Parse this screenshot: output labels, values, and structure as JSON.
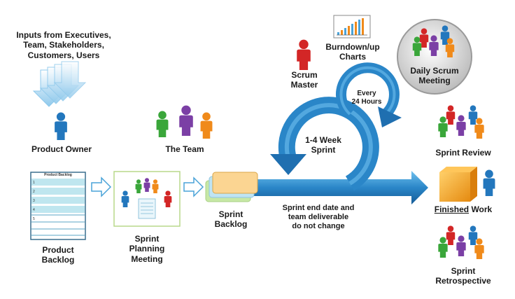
{
  "colors": {
    "cycle_blue": "#1f6fb0",
    "cycle_light": "#3fa0dd",
    "arrow_light": "#8fd3f1",
    "person_red": "#d32626",
    "person_green": "#3aa63a",
    "person_purple": "#7b3fa5",
    "person_orange": "#f08a1a",
    "person_blue": "#2377bd",
    "box_orange": "#f3a11c",
    "backlog_teal": "#bfe6ef"
  },
  "inputs": {
    "line1": "Inputs from Executives,",
    "line2": "Team, Stakeholders,",
    "line3": "Customers, Users"
  },
  "product_owner": {
    "label": "Product Owner"
  },
  "team": {
    "label": "The Team"
  },
  "product_backlog": {
    "header": "Product Backlog",
    "row_numbers": [
      "1",
      "2",
      "3",
      "4",
      "5"
    ],
    "line1": "Product",
    "line2": "Backlog"
  },
  "sprint_planning": {
    "line1": "Sprint",
    "line2": "Planning",
    "line3": "Meeting"
  },
  "sprint_backlog": {
    "line1": "Sprint",
    "line2": "Backlog"
  },
  "scrum_master": {
    "line1": "Scrum",
    "line2": "Master"
  },
  "burndown": {
    "line1": "Burndown/up",
    "line2": "Charts"
  },
  "daily_scrum": {
    "line1": "Daily Scrum",
    "line2": "Meeting"
  },
  "every_24": {
    "line1": "Every",
    "line2": "24 Hours"
  },
  "sprint_cycle": {
    "line1": "1-4 Week",
    "line2": "Sprint"
  },
  "sprint_note": {
    "line1": "Sprint end date and",
    "line2": "team deliverable",
    "line3": "do not change"
  },
  "sprint_review": {
    "label": "Sprint Review"
  },
  "finished_work": {
    "underlined": "Finished",
    "rest": " Work"
  },
  "sprint_retrospective": {
    "line1": "Sprint",
    "line2": "Retrospective"
  }
}
